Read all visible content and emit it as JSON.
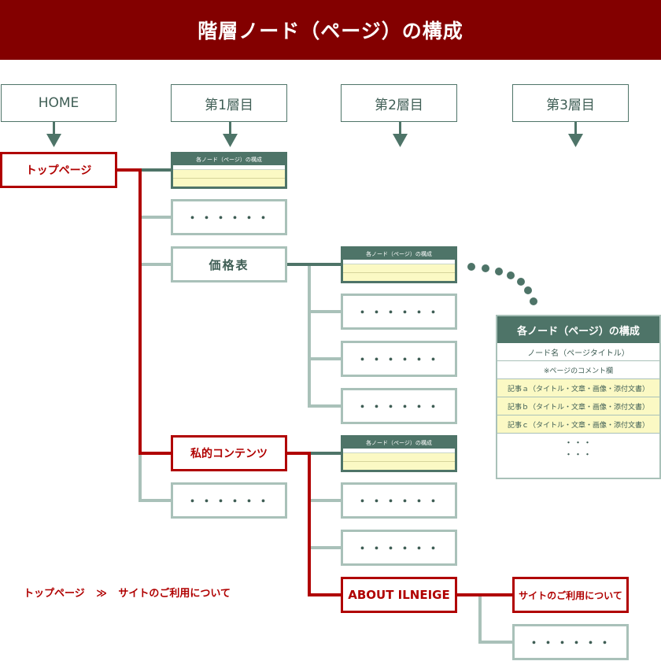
{
  "title": "階層ノード（ページ）の構成",
  "columns": [
    "HOME",
    "第1層目",
    "第2層目",
    "第3層目"
  ],
  "nodes": {
    "top_page": "トップページ",
    "price_table": "価格表",
    "private_contents": "私的コンテンツ",
    "about": "ABOUT ILNEIGE",
    "site_usage": "サイトのご利用について",
    "placeholder": "・・・・・・"
  },
  "mini_card_title": "各ノード（ページ）の構成",
  "detail": {
    "title": "各ノード（ページ）の構成",
    "node_name": "ノード名（ページタイトル）",
    "comment": "※ページのコメント欄",
    "articles": [
      "記事ａ（タイトル・文章・画像・添付文書）",
      "記事ｂ（タイトル・文章・画像・添付文書）",
      "記事ｃ（タイトル・文章・画像・添付文書）"
    ],
    "more": [
      "・・・",
      "・・・"
    ]
  },
  "breadcrumb": {
    "start": "トップページ",
    "separator": "≫",
    "end": "サイトのご利用について"
  },
  "colors": {
    "banner": "#830000",
    "accent_red": "#b00000",
    "dark_green": "#4e7468",
    "light_green": "#a9c1b9",
    "yellow": "#fbf9c4"
  }
}
